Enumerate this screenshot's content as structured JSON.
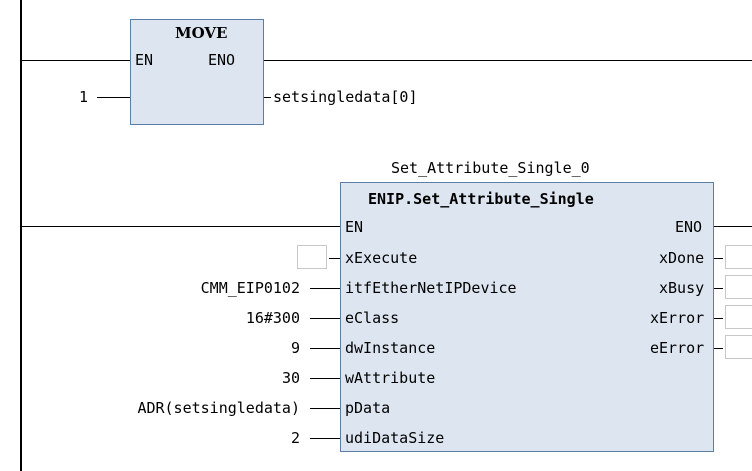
{
  "move_block": {
    "title": "MOVE",
    "en": "EN",
    "eno": "ENO",
    "input_value": "1",
    "output_var": "setsingledata[0]"
  },
  "fb": {
    "instance": "Set_Attribute_Single_0",
    "type": "ENIP.Set_Attribute_Single",
    "en": "EN",
    "eno": "ENO",
    "inputs": [
      {
        "pin": "xExecute",
        "value": ""
      },
      {
        "pin": "itfEtherNetIPDevice",
        "value": "CMM_EIP0102"
      },
      {
        "pin": "eClass",
        "value": "16#300"
      },
      {
        "pin": "dwInstance",
        "value": "9"
      },
      {
        "pin": "wAttribute",
        "value": "30"
      },
      {
        "pin": "pData",
        "value": "ADR(setsingledata)"
      },
      {
        "pin": "udiDataSize",
        "value": "2"
      }
    ],
    "outputs": [
      {
        "pin": "xDone"
      },
      {
        "pin": "xBusy"
      },
      {
        "pin": "xError"
      },
      {
        "pin": "eError"
      }
    ]
  }
}
